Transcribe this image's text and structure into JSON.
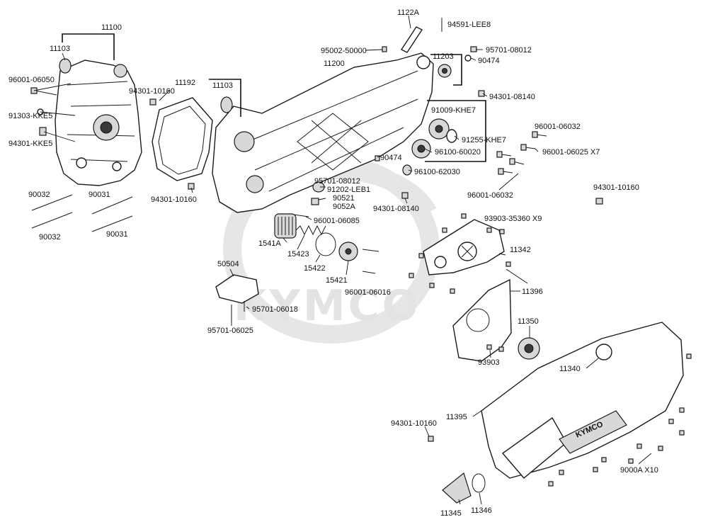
{
  "watermark": {
    "text": "KYMCO"
  },
  "cover_logo": "KYMCO",
  "labels": {
    "l11100": "11100",
    "l11103a": "11103",
    "l96001_06050": "96001-06050",
    "l91303": "91303-KKE5",
    "l94301_kke5": "94301-KKE5",
    "l90032a": "90032",
    "l90032b": "90032",
    "l90031a": "90031",
    "l90031b": "90031",
    "l94301_10160a": "94301-10160",
    "l11192": "11192",
    "l94301_10160b": "94301-10160",
    "l11103b": "11103",
    "l1122A": "1122A",
    "l94591": "94591-LEE8",
    "l95002": "95002-50000",
    "l95701_08012a": "95701-08012",
    "l90474a": "90474",
    "l11203": "11203",
    "l11200": "11200",
    "l94301_08140a": "94301-08140",
    "l91009": "91009-KHE7",
    "l96001_06032a": "96001-06032",
    "l91255": "91255-KHE7",
    "l96001_06025": "96001-06025 X7",
    "l90474b": "90474",
    "l96100_60020": "96100-60020",
    "l96100_62030": "96100-62030",
    "l95701_08012b": "95701-08012",
    "l91202": "91202-LEB1",
    "l90521": "90521",
    "l9052A": "9052A",
    "l94301_08140b": "94301-08140",
    "l96001_06032b": "96001-06032",
    "l94301_10160c": "94301-10160",
    "l96001_06085": "96001-06085",
    "l1541A": "1541A",
    "l15423": "15423",
    "l15422": "15422",
    "l15421": "15421",
    "l96001_06016": "96001-06016",
    "l93903_35360": "93903-35360 X9",
    "l11342": "11342",
    "l11396": "11396",
    "l50504": "50504",
    "l95701_06018": "95701-06018",
    "l95701_06025": "95701-06025",
    "l11350": "11350",
    "l93903": "93903",
    "l11340": "11340",
    "l11395": "11395",
    "l94301_10160d": "94301-10160",
    "l9000A": "9000A X10",
    "l11345": "11345",
    "l11346": "11346"
  }
}
